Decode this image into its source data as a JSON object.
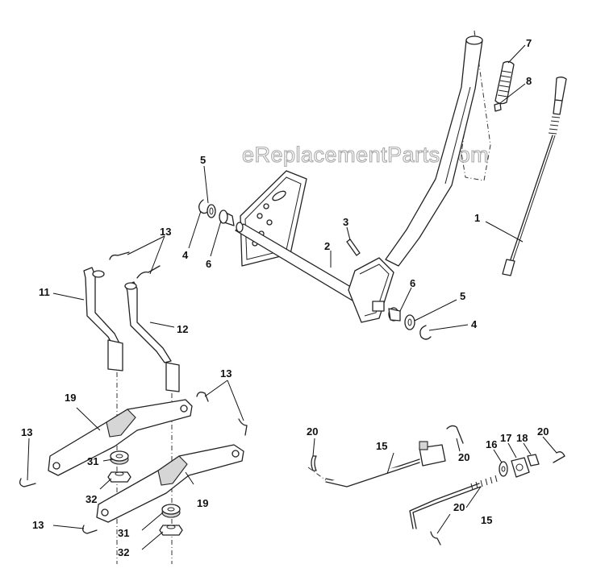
{
  "watermark": "eReplacementParts.com",
  "callouts": {
    "c1": "1",
    "c2": "2",
    "c3": "3",
    "c4a": "4",
    "c4b": "4",
    "c5a": "5",
    "c5b": "5",
    "c6a": "6",
    "c6b": "6",
    "c7": "7",
    "c8": "8",
    "c11": "11",
    "c12": "12",
    "c13a": "13",
    "c13b": "13",
    "c13c": "13",
    "c13d": "13",
    "c15a": "15",
    "c15b": "15",
    "c16": "16",
    "c17": "17",
    "c18": "18",
    "c19a": "19",
    "c19b": "19",
    "c20a": "20",
    "c20b": "20",
    "c20c": "20",
    "c20d": "20",
    "c31a": "31",
    "c31b": "31",
    "c32a": "32",
    "c32b": "32"
  }
}
